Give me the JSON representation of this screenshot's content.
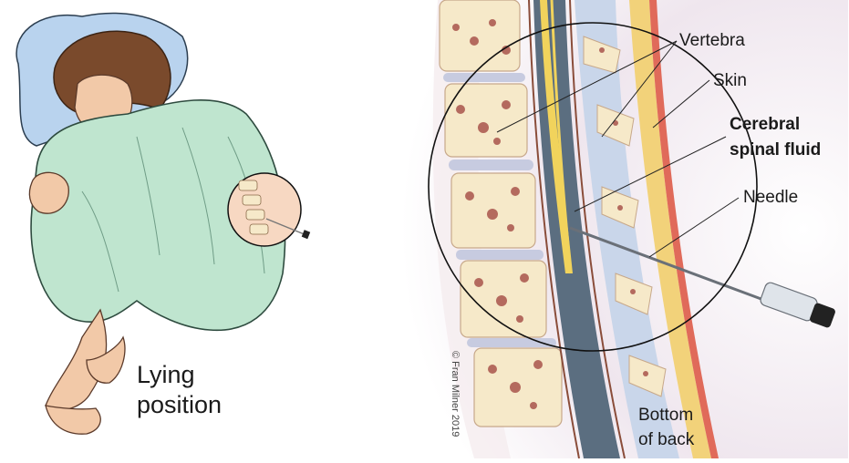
{
  "figure": {
    "left_caption": [
      "Lying",
      "position"
    ],
    "labels": {
      "vertebra": "Vertebra",
      "skin": "Skin",
      "csf": [
        "Cerebral",
        "spinal fluid"
      ],
      "needle": "Needle",
      "bottom": [
        "Bottom",
        "of back"
      ]
    },
    "credit": "© Fran Milner 2019",
    "colors": {
      "gown": "#bfe5cf",
      "skin": "#f2c9a8",
      "hair": "#7a4a2c",
      "pillow": "#b9d3ee",
      "bone": "#f6e9c9",
      "bone_spots": "#b46a5e",
      "disc": "#c7cbe0",
      "csf": "#5b6e80",
      "nerve_yellow": "#f1d35c",
      "fat": "#f2d27a",
      "skin_red": "#e06a5a",
      "ligament_blue": "#c9d6ea"
    }
  }
}
